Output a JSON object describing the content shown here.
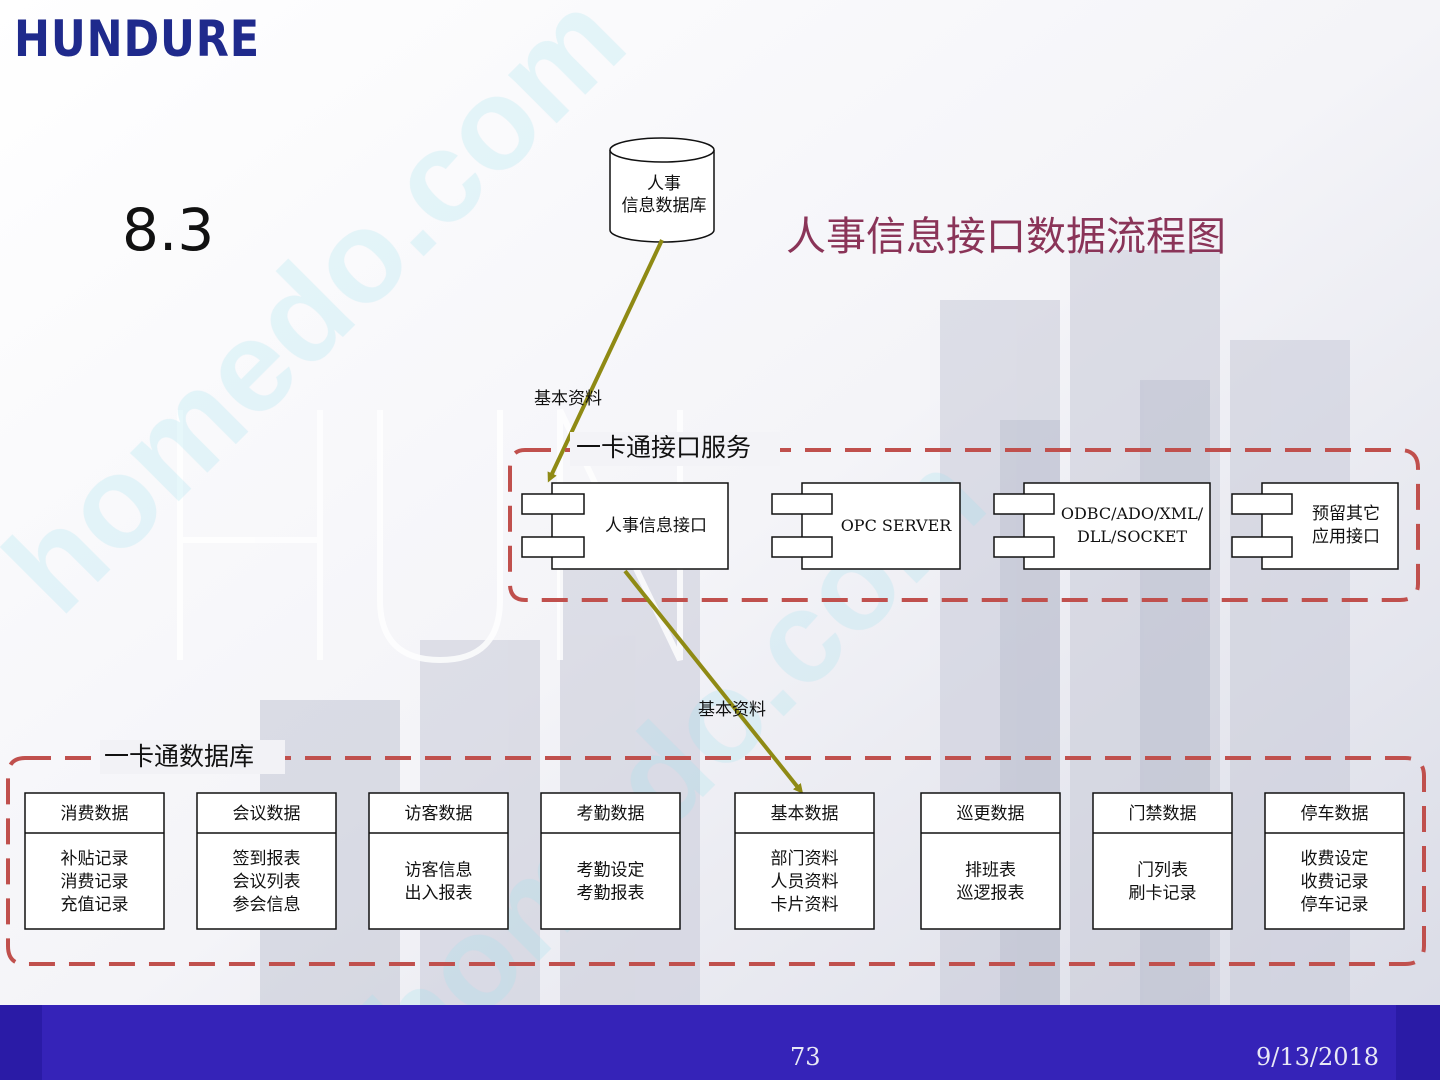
{
  "header": {
    "logo": "HUNDURE",
    "section_number": "8.3",
    "title": "人事信息接口数据流程图"
  },
  "diagram": {
    "source_db": [
      "人事",
      "信息数据库"
    ],
    "flow_label_1": "基本资料",
    "service_group": {
      "label": "一卡通接口服务",
      "components": [
        {
          "lines": [
            "人事信息接口"
          ]
        },
        {
          "lines": [
            "OPC SERVER"
          ]
        },
        {
          "lines": [
            "ODBC/ADO/XML/",
            "DLL/SOCKET"
          ]
        },
        {
          "lines": [
            "预留其它",
            "应用接口"
          ]
        }
      ]
    },
    "flow_label_2": "基本资料",
    "database_group": {
      "label": "一卡通数据库",
      "tables": [
        {
          "title": "消费数据",
          "items": [
            "补贴记录",
            "消费记录",
            "充值记录"
          ]
        },
        {
          "title": "会议数据",
          "items": [
            "签到报表",
            "会议列表",
            "参会信息"
          ]
        },
        {
          "title": "访客数据",
          "items": [
            "访客信息",
            "出入报表"
          ]
        },
        {
          "title": "考勤数据",
          "items": [
            "考勤设定",
            "考勤报表"
          ]
        },
        {
          "title": "基本数据",
          "items": [
            "部门资料",
            "人员资料",
            "卡片资料"
          ]
        },
        {
          "title": "巡更数据",
          "items": [
            "排班表",
            "巡逻报表"
          ]
        },
        {
          "title": "门禁数据",
          "items": [
            "门列表",
            "刷卡记录"
          ]
        },
        {
          "title": "停车数据",
          "items": [
            "收费设定",
            "收费记录",
            "停车记录"
          ]
        }
      ]
    }
  },
  "footer": {
    "page_number": "73",
    "date": "9/13/2018"
  },
  "colors": {
    "dashed_border": "#c0504d",
    "arrow": "#8f8a14",
    "footer_bg": "#3523b8",
    "title": "#8a3458",
    "logo": "#1f2a8c"
  }
}
